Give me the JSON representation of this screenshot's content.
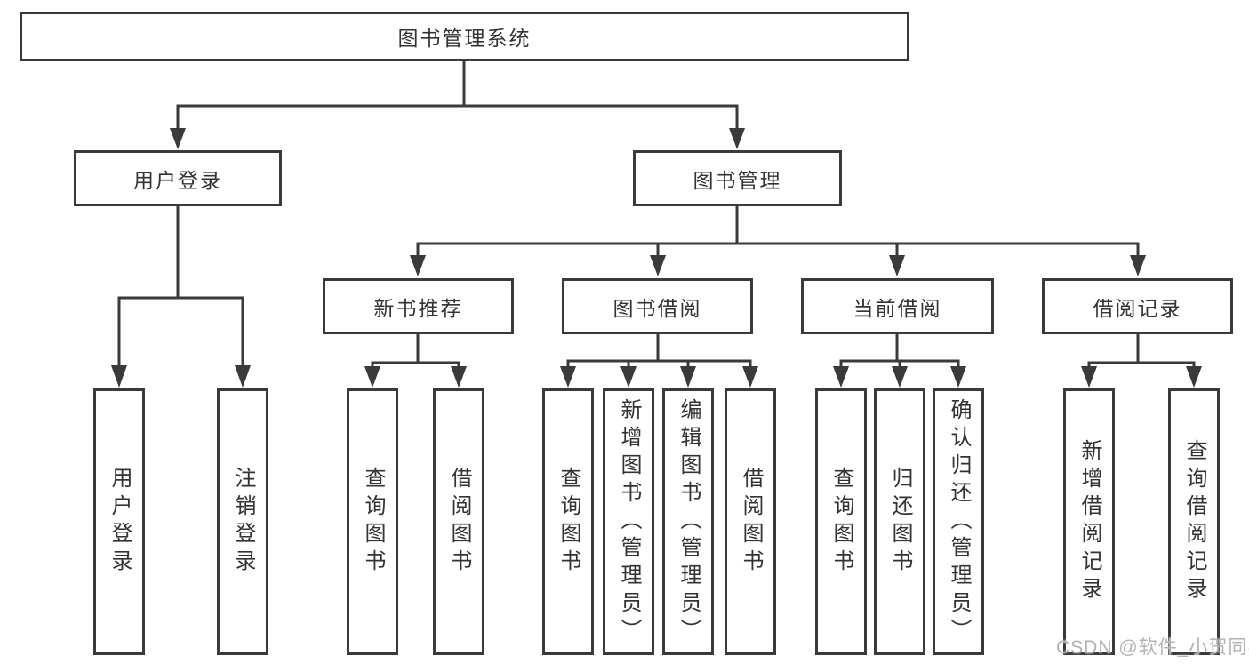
{
  "tree": {
    "root_label": "图书管理系统",
    "branches": [
      {
        "label": "用户登录",
        "leaves": [
          "用户登录",
          "注销登录"
        ]
      },
      {
        "label": "图书管理",
        "groups": [
          {
            "label": "新书推荐",
            "leaves": [
              "查询图书",
              "借阅图书"
            ]
          },
          {
            "label": "图书借阅",
            "leaves": [
              "查询图书",
              "新增图书（管理员）",
              "编辑图书（管理员）",
              "借阅图书"
            ]
          },
          {
            "label": "当前借阅",
            "leaves": [
              "查询图书",
              "归还图书",
              "确认归还（管理员）"
            ]
          },
          {
            "label": "借阅记录",
            "leaves": [
              "新增借阅记录",
              "查询借阅记录"
            ]
          }
        ]
      }
    ]
  },
  "watermark": {
    "text": "CSDN @软件_小贺同学"
  },
  "colors": {
    "line": "#3a3a3a",
    "text": "#333333",
    "watermark": "#b3b3b3"
  }
}
